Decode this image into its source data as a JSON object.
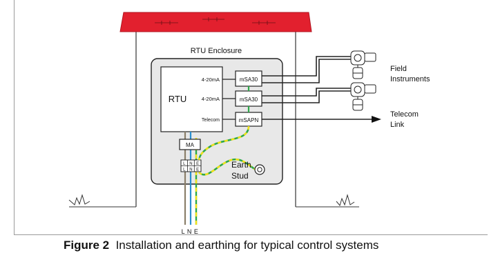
{
  "enclosure_label": "RTU Enclosure",
  "rtu": {
    "label": "RTU",
    "ports": [
      "4-20mA",
      "4-20mA",
      "Telecom"
    ]
  },
  "modules": [
    "mSA30",
    "mSA30",
    "mSAPN"
  ],
  "ma_label": "MA",
  "terminal_letters": [
    "L",
    "N",
    "E"
  ],
  "earth_stud": {
    "line1": "Earth",
    "line2": "Stud"
  },
  "field_instruments": {
    "line1": "Field",
    "line2": "Instruments"
  },
  "telecom_link": {
    "line1": "Telecom",
    "line2": "Link"
  },
  "supply_label": "L N E",
  "caption": {
    "label": "Figure 2",
    "text": "Installation and earthing for typical control systems"
  },
  "colors": {
    "roof": "#e2202e",
    "enclosure_fill": "#e8e8e8",
    "live": "#8a7f6a",
    "neutral": "#2a8fd0",
    "earth_green": "#2ea84a",
    "earth_yellow": "#f2e21a"
  }
}
